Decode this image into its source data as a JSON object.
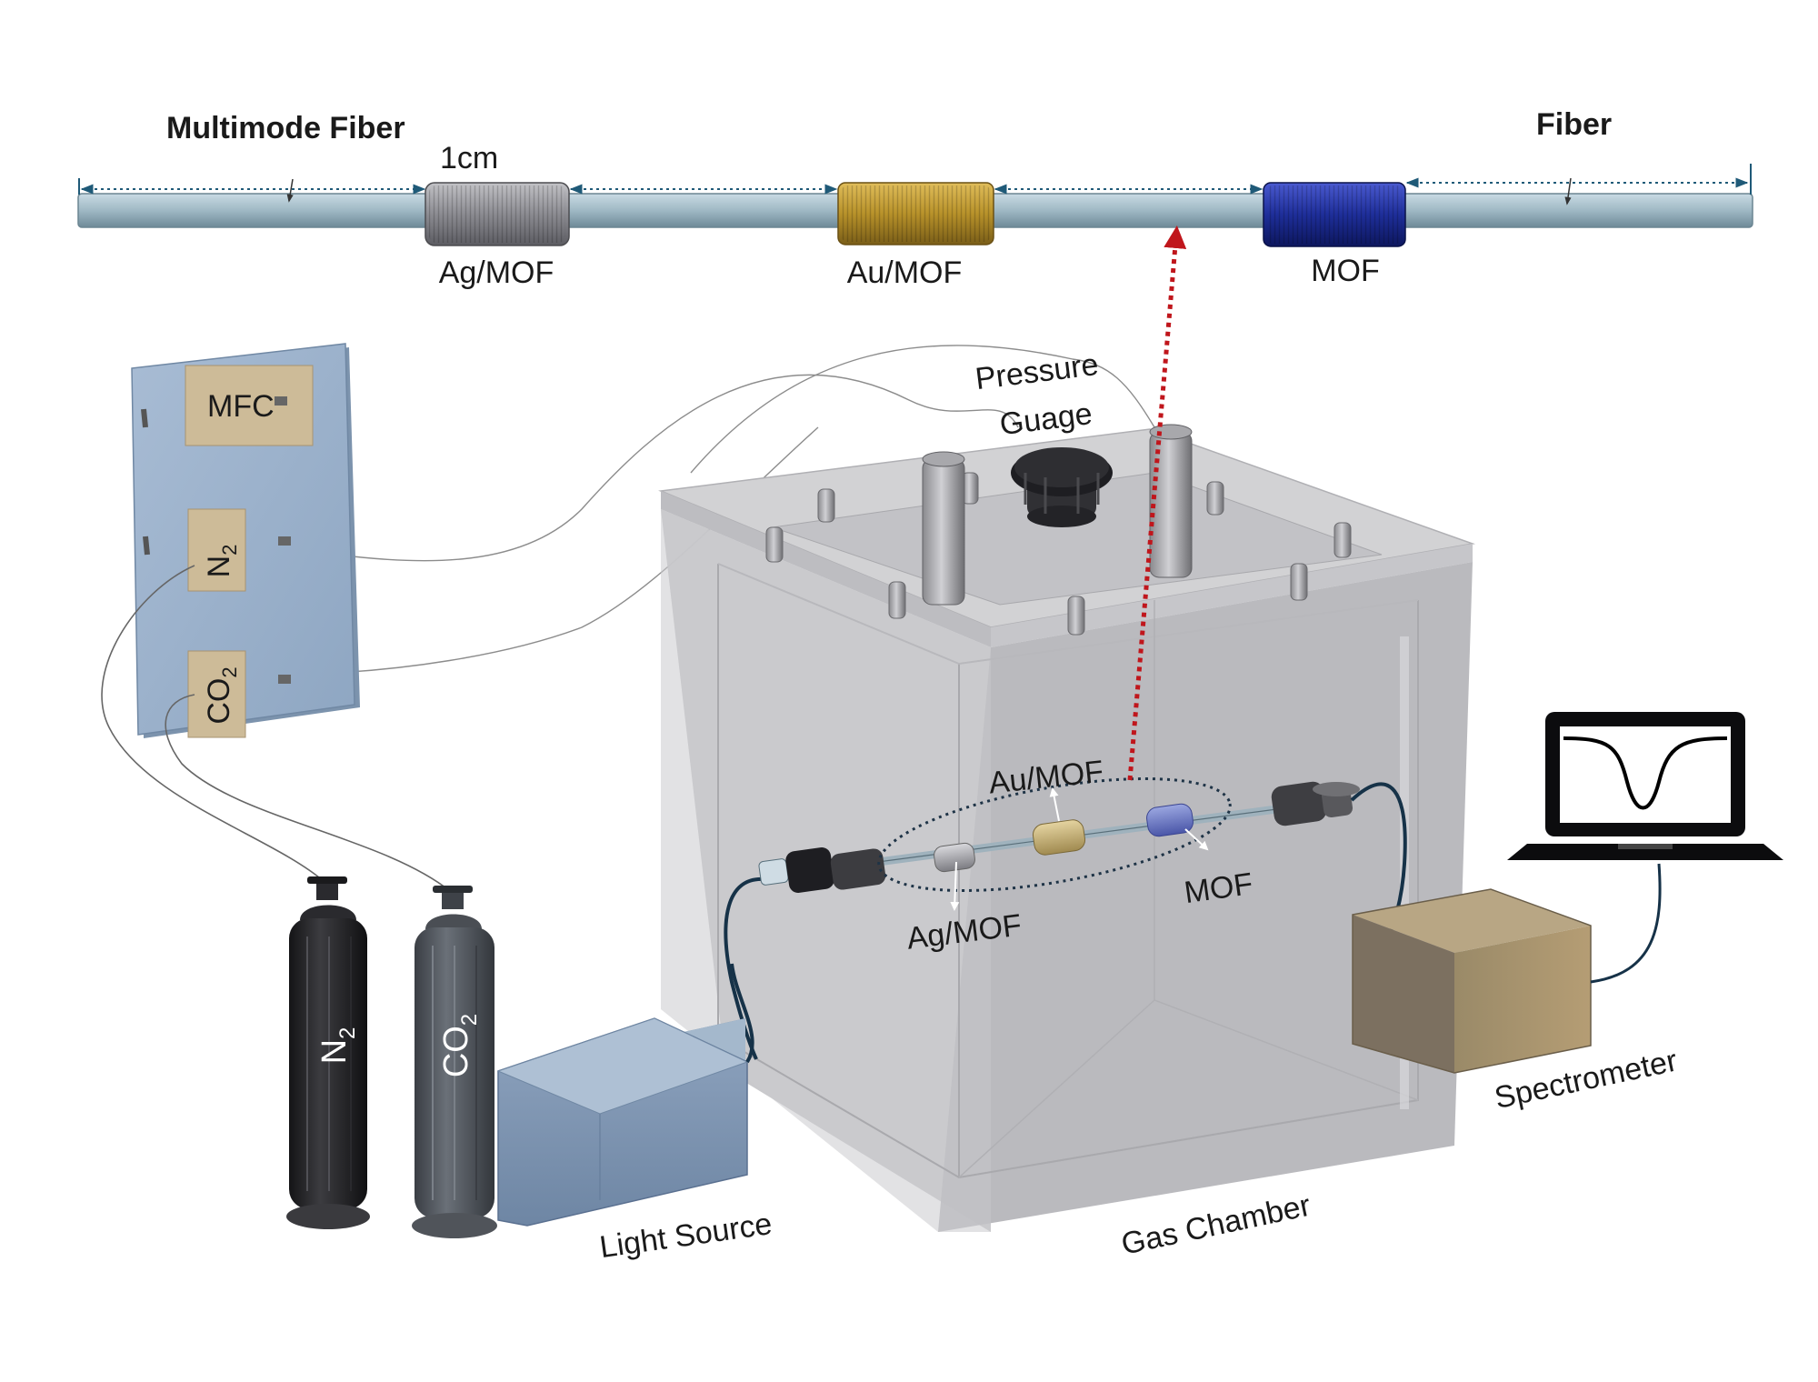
{
  "fiber_strip": {
    "left_label": "Multimode Fiber",
    "right_label": "Fiber",
    "length_label": "1cm",
    "segments": [
      "Ag/MOF",
      "Au/MOF",
      "MOF"
    ]
  },
  "mfc_panel": {
    "mfc": "MFC",
    "n2_main": "N",
    "n2_sub": "2",
    "co2_main": "CO",
    "co2_sub": "2"
  },
  "cylinders": {
    "n2_main": "N",
    "n2_sub": "2",
    "co2_main": "CO",
    "co2_sub": "2"
  },
  "chamber": {
    "pressure_line1": "Pressure",
    "pressure_line2": "Guage",
    "name": "Gas Chamber",
    "segments": [
      "Ag/MOF",
      "Au/MOF",
      "MOF"
    ]
  },
  "light_source": "Light Source",
  "spectrometer": "Spectrometer",
  "colors": {
    "fiber": "#9fb8c4",
    "ag": "#8a8a8e",
    "au": "#b8922a",
    "mof": "#1e2e9a",
    "chamber": "#c8c8cc",
    "arrow_red": "#c0161c",
    "dim_line": "#1f5a78"
  }
}
